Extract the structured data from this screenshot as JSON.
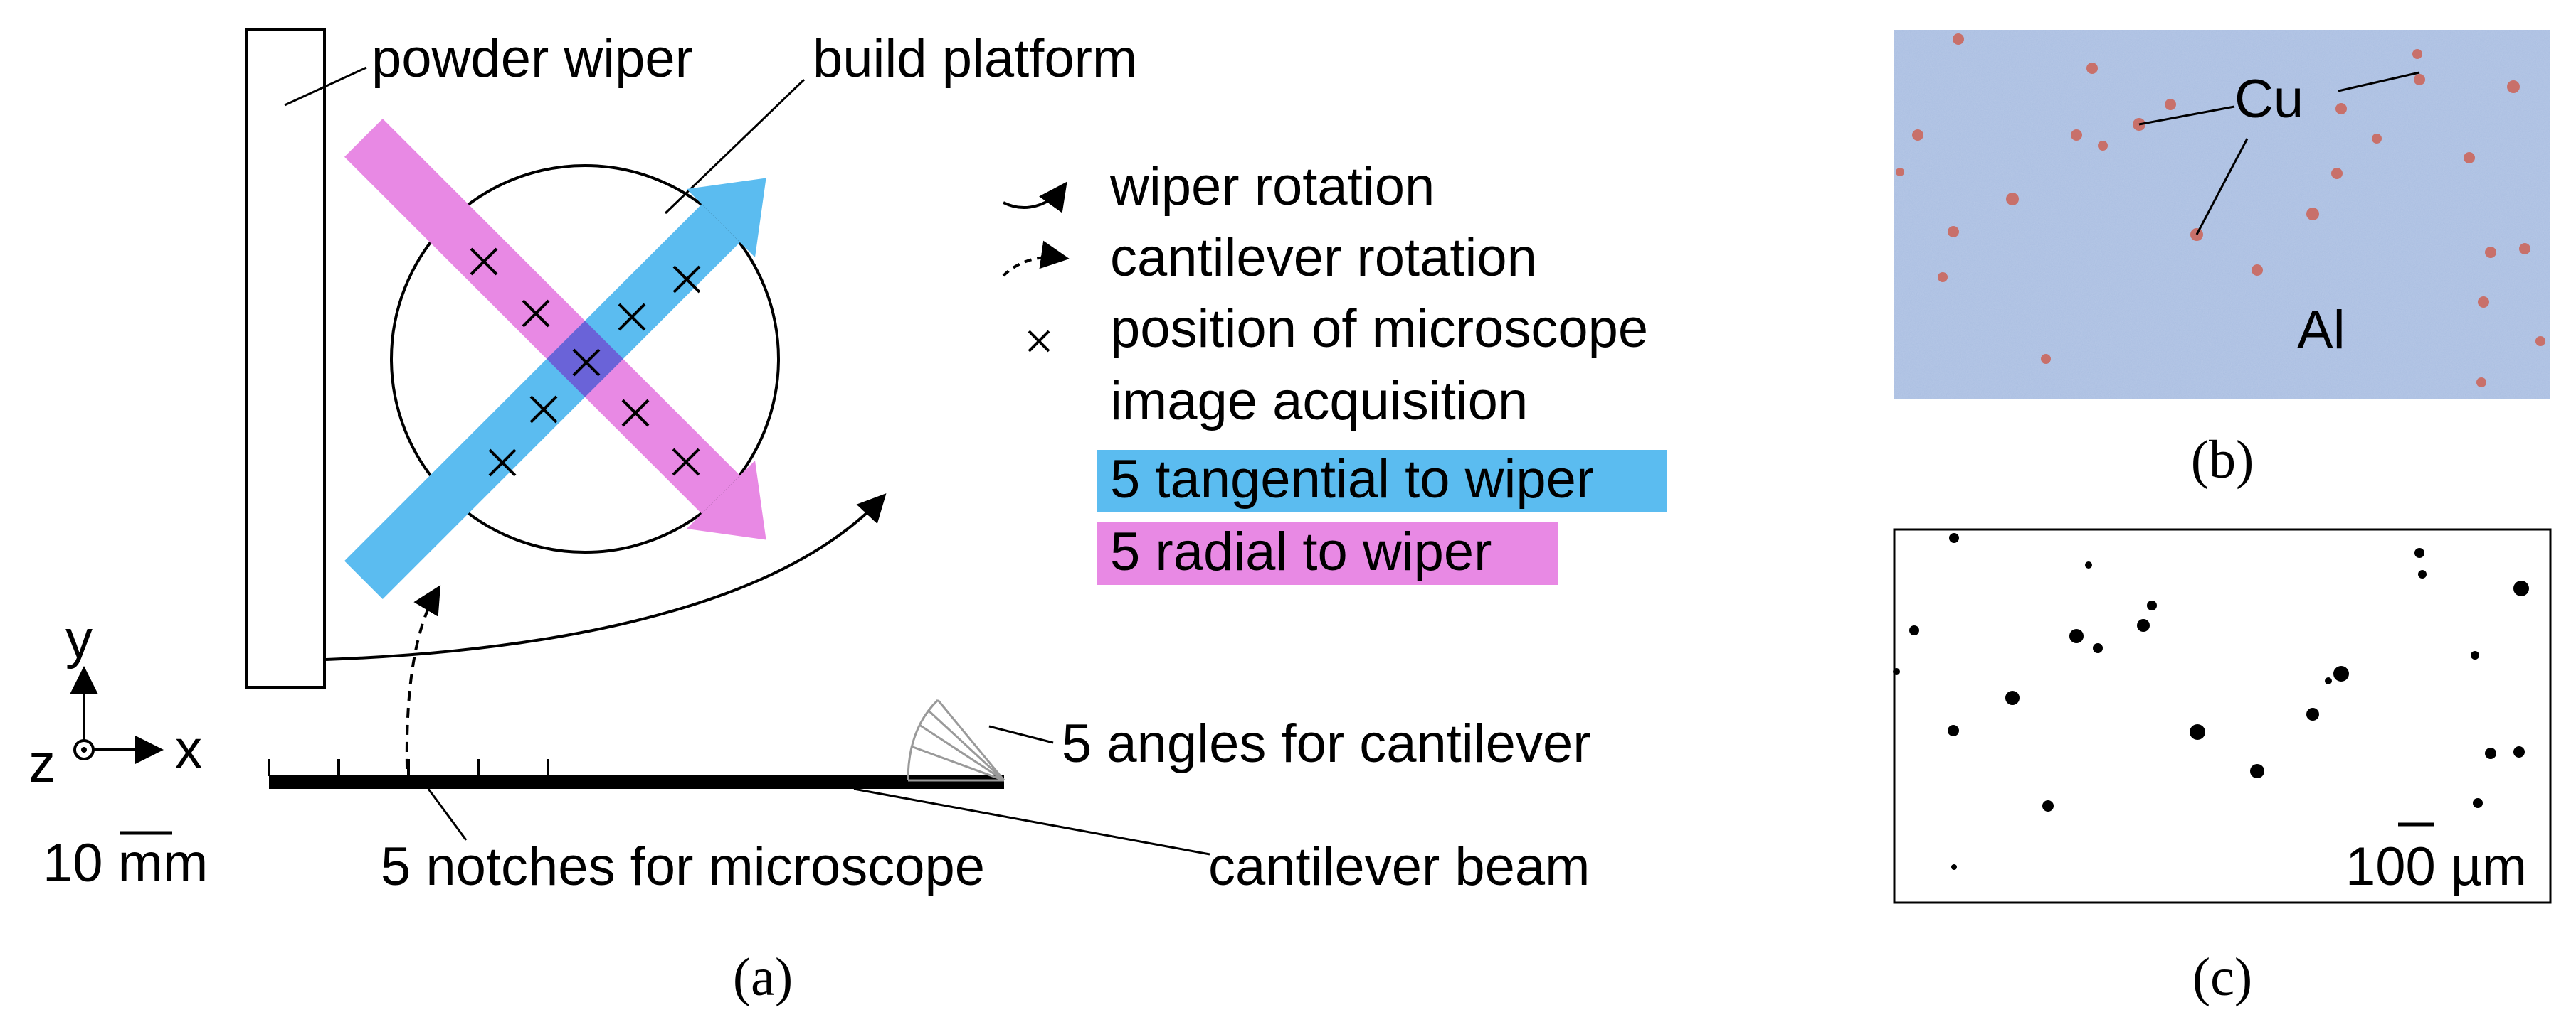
{
  "panel_a": {
    "caption": "(a)",
    "labels": {
      "powder_wiper": "powder wiper",
      "build_platform": "build platform",
      "angles": "5 angles for cantilever",
      "notches": "5 notches for microscope",
      "cantilever_beam": "cantilever beam"
    },
    "axes": {
      "y": "y",
      "z": "z",
      "x": "x"
    },
    "scale_bar": {
      "text": "10 mm"
    },
    "legend": {
      "wiper_rotation": "wiper rotation",
      "cantilever_rotation": "cantilever rotation",
      "position_line1": "position of microscope",
      "position_line2": "image acquisition",
      "tangential": "5 tangential to wiper",
      "radial": "5 radial to wiper"
    }
  },
  "panel_b": {
    "caption": "(b)",
    "labels": {
      "cu": "Cu",
      "al": "Al"
    }
  },
  "panel_c": {
    "caption": "(c)",
    "scale_bar": "100 µm"
  },
  "colors": {
    "tangential": "#5bbcf0",
    "radial": "#e889e4",
    "overlap": "#6a63d8",
    "micrograph_bg": "#a9bde0",
    "cu_particle": "#c8706a"
  }
}
